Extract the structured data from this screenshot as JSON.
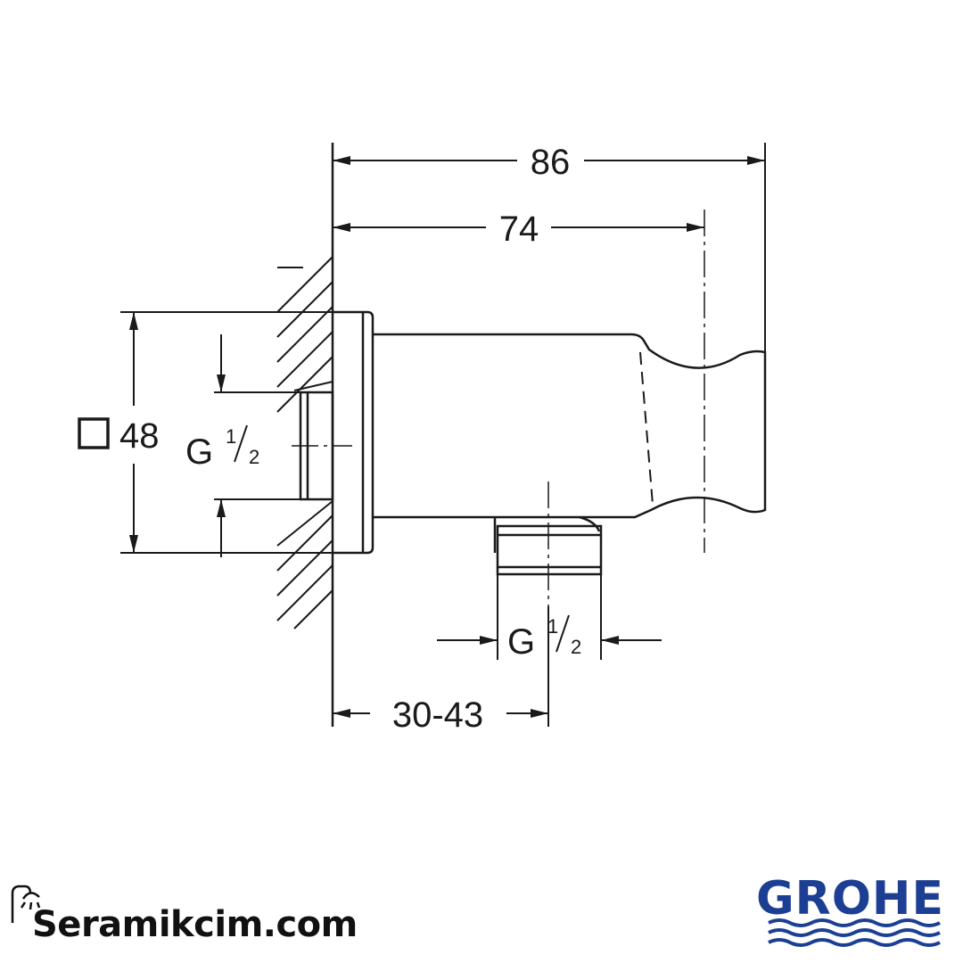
{
  "dimensions": {
    "overall_length": "86",
    "body_length": "74",
    "installation_depth": "30-43",
    "square_size": "48",
    "inlet_thread": {
      "letter": "G",
      "num": "1",
      "den": "2"
    },
    "outlet_thread": {
      "letter": "G",
      "num": "1",
      "den": "2"
    }
  },
  "branding": {
    "site": "Seramikcim.com",
    "manufacturer": "GROHE"
  },
  "colors": {
    "line": "#1a1a1a",
    "brand_blue": "#1c3f94"
  },
  "icons": {
    "square_symbol": "square-icon",
    "shower": "shower-icon",
    "waves": "waves-icon"
  }
}
